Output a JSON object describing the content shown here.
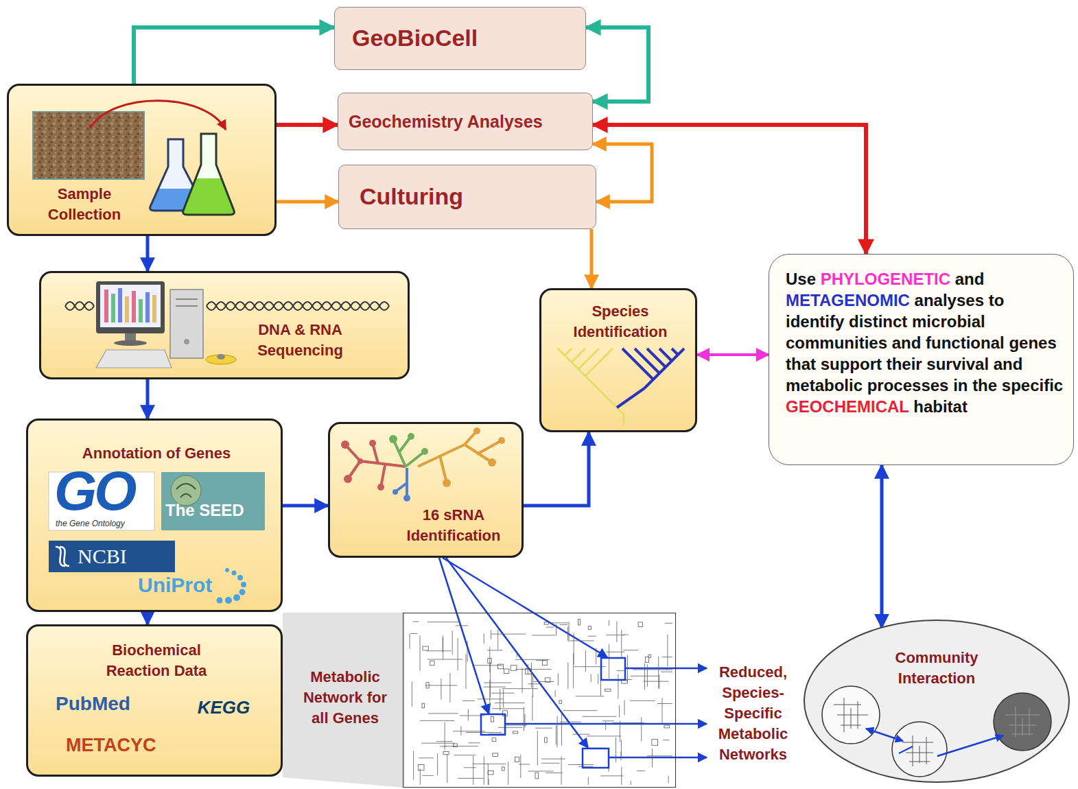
{
  "diagram": {
    "nodes": [
      {
        "text": [
          "Sample Collection"
        ]
      },
      {
        "text": [
          "GeoBioCell"
        ]
      },
      {
        "text": [
          "Geochemistry Analyses"
        ]
      },
      {
        "text": [
          "Culturing"
        ]
      },
      {
        "text": [
          "DNA & RNA Sequencing"
        ]
      },
      {
        "text": [
          "Species Identification"
        ]
      },
      {
        "text": [
          "Use PHYLOGENETIC and METAGENOMIC analyses to identify distinct microbial communities and functional genes that support their survival and metabolic processes in the specific GEOCHEMICAL habitat"
        ]
      },
      {
        "text": [
          "Annotation of Genes",
          "GO",
          "the Gene Ontology",
          "The SEED",
          "NCBI",
          "UniProt"
        ]
      },
      {
        "text": [
          "16 sRNA Identification"
        ]
      },
      {
        "text": [
          "Biochemical Reaction Data",
          "PubMed",
          "KEGG",
          "METACYC"
        ]
      },
      {
        "text": [
          "Metabolic Network for all Genes"
        ]
      },
      {
        "text": [
          "Reduced, Species-Specific Metabolic Networks"
        ]
      },
      {
        "text": [
          "Community Interaction"
        ]
      }
    ],
    "edges": [
      {
        "from": 0,
        "to": 1,
        "arrow": "to"
      },
      {
        "from": 1,
        "to": 2,
        "arrow": "both"
      },
      {
        "from": 0,
        "to": 2,
        "arrow": "to"
      },
      {
        "from": 0,
        "to": 3,
        "arrow": "to"
      },
      {
        "from": 3,
        "to": 2,
        "arrow": "both"
      },
      {
        "from": 3,
        "to": 5,
        "arrow": "to"
      },
      {
        "from": 2,
        "to": 6,
        "arrow": "both"
      },
      {
        "from": 0,
        "to": 4,
        "arrow": "to"
      },
      {
        "from": 4,
        "to": 7,
        "arrow": "to"
      },
      {
        "from": 7,
        "to": 8,
        "arrow": "to"
      },
      {
        "from": 7,
        "to": 9,
        "arrow": "to"
      },
      {
        "from": 8,
        "to": 5,
        "arrow": "to"
      },
      {
        "from": 5,
        "to": 6,
        "arrow": "both"
      },
      {
        "from": 6,
        "to": 12,
        "arrow": "both"
      },
      {
        "from": 8,
        "to": 10,
        "arrow": "to"
      },
      {
        "from": 8,
        "to": 10,
        "arrow": "to"
      },
      {
        "from": 8,
        "to": 10,
        "arrow": "to"
      },
      {
        "from": 10,
        "to": 11,
        "arrow": "to"
      },
      {
        "from": 10,
        "to": 11,
        "arrow": "to"
      },
      {
        "from": 10,
        "to": 11,
        "arrow": "to"
      }
    ]
  }
}
